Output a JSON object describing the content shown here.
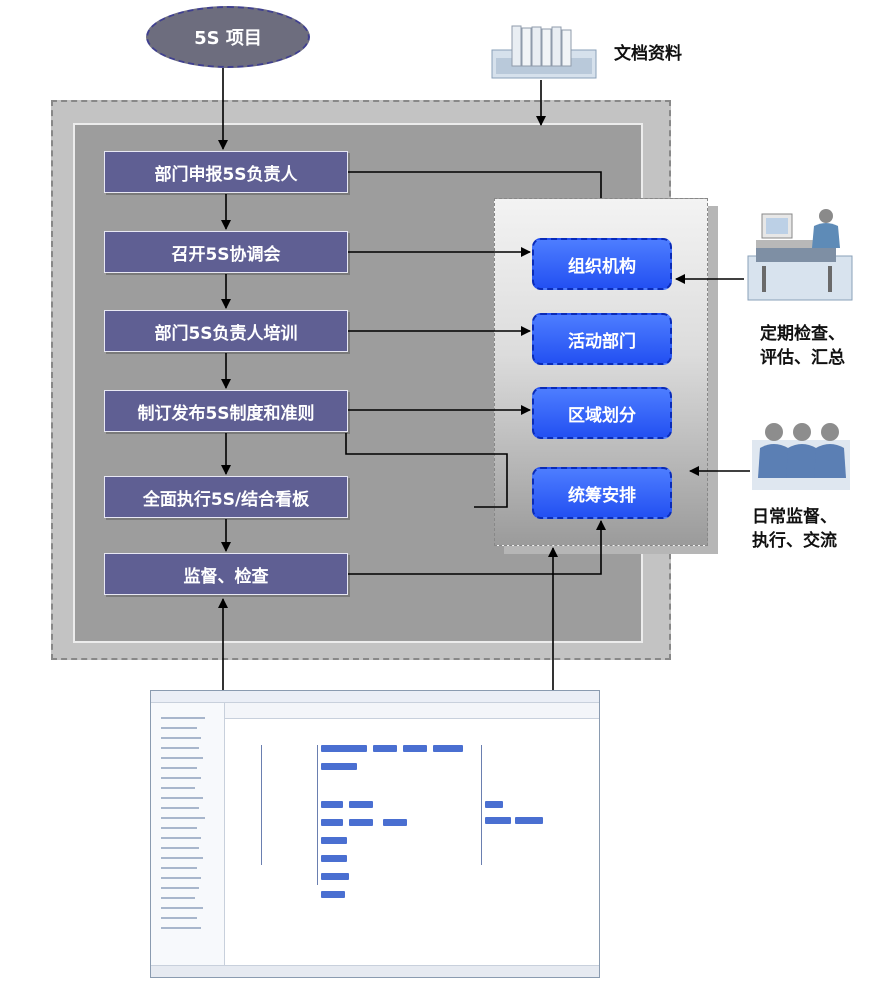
{
  "start": {
    "label": "5S 项目"
  },
  "docs": {
    "label": "文档资料"
  },
  "steps": [
    "部门申报5S负责人",
    "召开5S协调会",
    "部门5S负责人培训",
    "制订发布5S制度和准则",
    "全面执行5S/结合看板",
    "监督、检查"
  ],
  "outcomes": [
    "组织机构",
    "活动部门",
    "区域划分",
    "统筹安排"
  ],
  "review": {
    "line1": "定期检查、",
    "line2": "评估、汇总"
  },
  "daily": {
    "line1": "日常监督、",
    "line2": "执行、交流"
  },
  "colors": {
    "step_fill": "#5f5f93",
    "outcome_fill": "#2f5cf5",
    "outer_fill": "#c3c3c3",
    "inner_fill": "#9d9d9d"
  },
  "icons": [
    "archive-folders-icon",
    "office-worker-icon",
    "team-people-icon",
    "software-screenshot-thumbnail"
  ]
}
